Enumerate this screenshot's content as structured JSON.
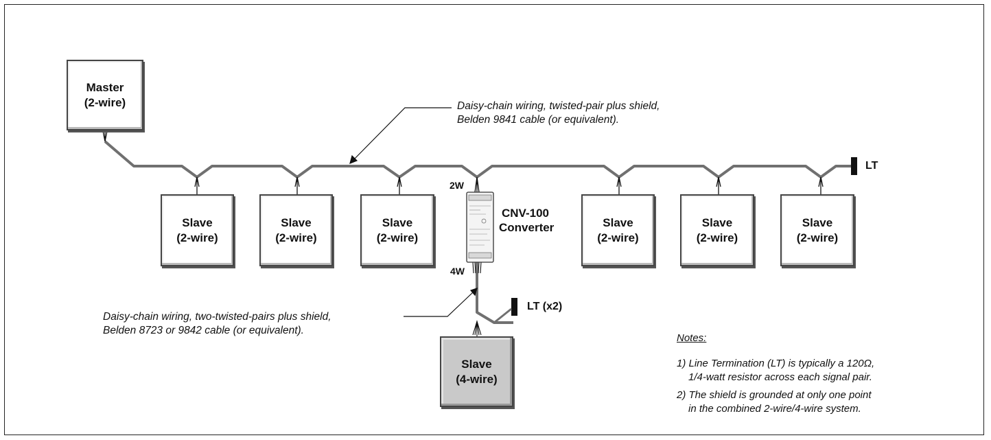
{
  "master": {
    "line1": "Master",
    "line2": "(2-wire)"
  },
  "slaves_2wire": [
    {
      "line1": "Slave",
      "line2": "(2-wire)"
    },
    {
      "line1": "Slave",
      "line2": "(2-wire)"
    },
    {
      "line1": "Slave",
      "line2": "(2-wire)"
    },
    {
      "line1": "Slave",
      "line2": "(2-wire)"
    },
    {
      "line1": "Slave",
      "line2": "(2-wire)"
    },
    {
      "line1": "Slave",
      "line2": "(2-wire)"
    }
  ],
  "slave_4wire": {
    "line1": "Slave",
    "line2": "(4-wire)"
  },
  "converter": {
    "line1": "CNV-100",
    "line2": "Converter",
    "label_2w": "2W",
    "label_4w": "4W"
  },
  "terminations": {
    "main": "LT",
    "four_wire": "LT (x2)"
  },
  "annotations": {
    "top": {
      "line1": "Daisy-chain wiring, twisted-pair plus shield,",
      "line2": "Belden 9841 cable (or equivalent)."
    },
    "bottom": {
      "line1": "Daisy-chain wiring, two-twisted-pairs plus shield,",
      "line2": "Belden 8723 or 9842 cable (or equivalent)."
    }
  },
  "notes": {
    "title": "Notes:",
    "items": [
      {
        "line1": "1) Line Termination (LT) is typically a 120Ω,",
        "line2": "1/4-watt resistor across each signal pair."
      },
      {
        "line1": "2) The shield is grounded at only one point",
        "line2": "in the combined 2-wire/4-wire system."
      }
    ]
  },
  "colors": {
    "wire": "#707070",
    "line": "#111111",
    "box_border": "#444444",
    "slave_4wire_fill": "#c9c9c9"
  }
}
